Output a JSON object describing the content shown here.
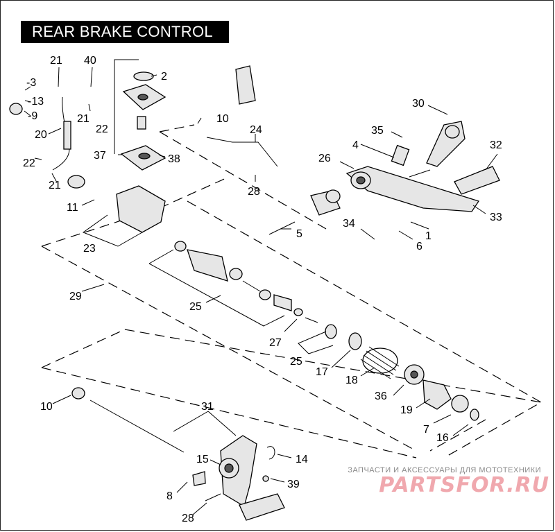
{
  "title": "REAR BRAKE CONTROL",
  "callouts": {
    "c1": "1",
    "c2": "2",
    "c3": "-3",
    "c4": "4",
    "c5": "5",
    "c6": "6",
    "c7": "7",
    "c8": "8",
    "c9": "-9",
    "c10a": "10",
    "c10b": "10",
    "c11": "11",
    "c13": "-13",
    "c14": "14",
    "c15": "15",
    "c16": "16",
    "c17": "17",
    "c18": "18",
    "c19": "19",
    "c20": "20",
    "c21a": "21",
    "c21b": "21",
    "c21c": "21",
    "c22a": "22",
    "c22b": "22",
    "c23": "23",
    "c24": "24",
    "c25a": "25",
    "c25b": "25",
    "c26": "26",
    "c27": "27",
    "c28a": "28",
    "c28b": "28",
    "c29": "29",
    "c30": "30",
    "c31": "31",
    "c32": "32",
    "c33": "33",
    "c34": "34",
    "c35": "35",
    "c36": "36",
    "c37": "37",
    "c38": "38",
    "c39": "39",
    "c40": "40"
  },
  "watermark": {
    "tagline": "ЗАПЧАСТИ И АКСЕССУАРЫ ДЛЯ МОТОТЕХНИКИ",
    "logo": "PARTSFOR.RU"
  }
}
